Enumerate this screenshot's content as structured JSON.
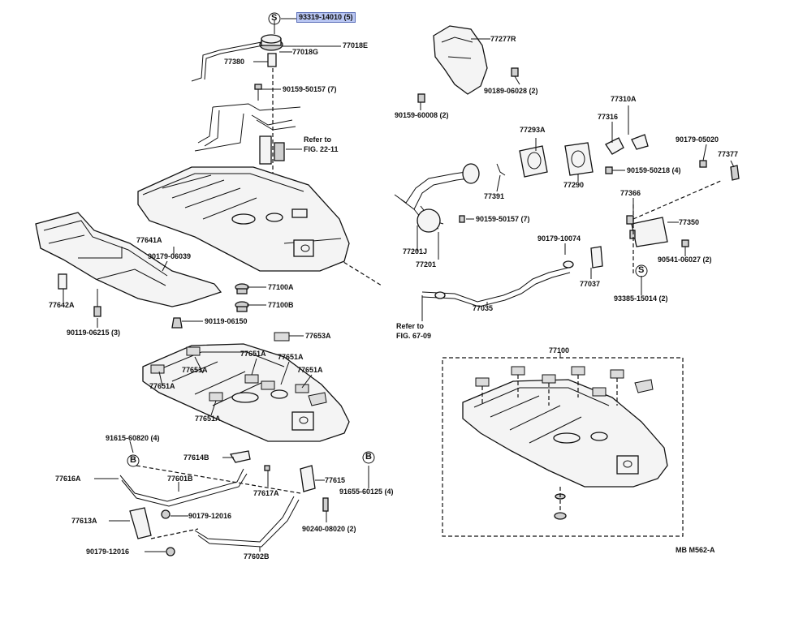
{
  "diagram": {
    "code": "MB  M562-A",
    "markers": {
      "s": "S",
      "b": "B"
    },
    "labels": {
      "l93319": "93319-14010 (5)",
      "l77018E": "77018E",
      "l77018G": "77018G",
      "l77380": "77380",
      "l90159_50157_7a": "90159-50157 (7)",
      "refer22_1": "Refer to",
      "refer22_2": "FIG. 22-11",
      "l77277R": "77277R",
      "l90189": "90189-06028 (2)",
      "l90159_60008": "90159-60008 (2)",
      "l77310A": "77310A",
      "l77316": "77316",
      "l77293A": "77293A",
      "l90179_05020": "90179-05020",
      "l77377": "77377",
      "l90159_50218": "90159-50218 (4)",
      "l77391": "77391",
      "l77290": "77290",
      "l77366": "77366",
      "l90159_50157_7b": "90159-50157 (7)",
      "l77350": "77350",
      "l77641A": "77641A",
      "l90179_06039": "90179-06039",
      "l77201J": "77201J",
      "l77201": "77201",
      "l90179_10074": "90179-10074",
      "l90541": "90541-06027 (2)",
      "l77100A": "77100A",
      "l77037": "77037",
      "l77642A": "77642A",
      "l77100B": "77100B",
      "l93385": "93385-15014 (2)",
      "l77035": "77035",
      "l90119_06150": "90119-06150",
      "l90119_06215": "90119-06215 (3)",
      "refer67_1": "Refer to",
      "refer67_2": "FIG. 67-09",
      "l77653A": "77653A",
      "l77651A_1": "77651A",
      "l77651A_2": "77651A",
      "l77651A_3": "77651A",
      "l77651A_4": "77651A",
      "l77651A_5": "77651A",
      "l77651A_6": "77651A",
      "l77100": "77100",
      "l91615": "91615-60820 (4)",
      "l77614B": "77614B",
      "l77616A": "77616A",
      "l77601B": "77601B",
      "l77615": "77615",
      "l77617A": "77617A",
      "l91655": "91655-60125 (4)",
      "l77613A": "77613A",
      "l90179_12016a": "90179-12016",
      "l90240": "90240-08020 (2)",
      "l90179_12016b": "90179-12016",
      "l77602B": "77602B"
    }
  }
}
